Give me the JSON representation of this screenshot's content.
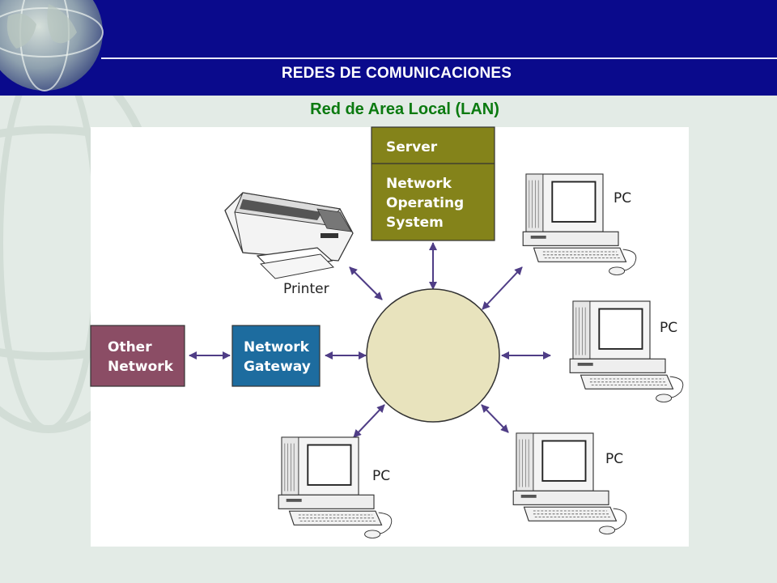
{
  "header": {
    "title": "REDES DE COMUNICACIONES"
  },
  "slide": {
    "subtitle": "Red de Area Local (LAN)"
  },
  "diagram": {
    "server": {
      "title": "Server",
      "line1": "Network",
      "line2": "Operating",
      "line3": "System"
    },
    "printer": {
      "label": "Printer"
    },
    "gateway": {
      "line1": "Network",
      "line2": "Gateway"
    },
    "other_network": {
      "line1": "Other",
      "line2": "Network"
    },
    "pc_label": "PC",
    "colors": {
      "server": "#84831a",
      "gateway": "#1d6c9f",
      "other_network": "#8b4d65",
      "hub": "#e8e3bd",
      "arrow": "#4f3d86",
      "banner": "#0a0a8c",
      "subtitle": "#0b7a10"
    }
  }
}
